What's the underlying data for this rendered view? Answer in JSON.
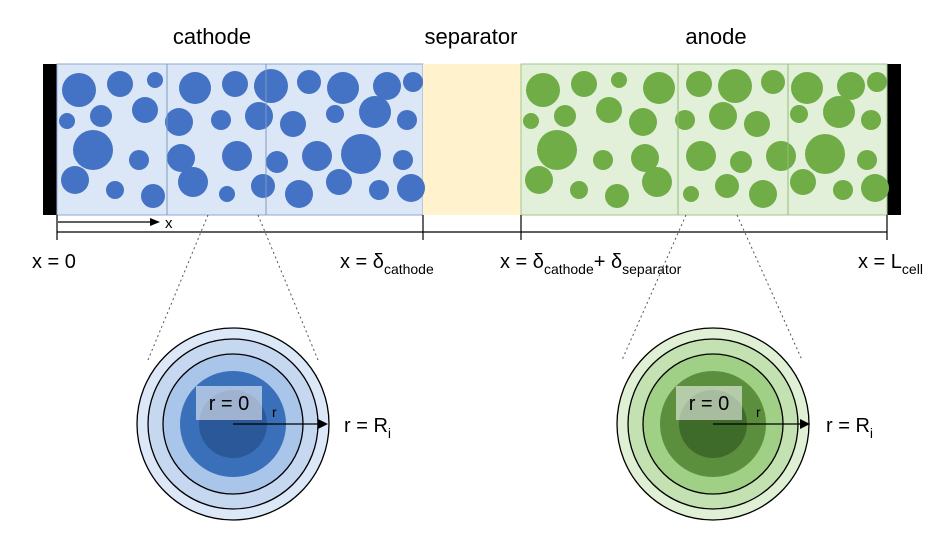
{
  "regions": {
    "cathode": "cathode",
    "separator": "separator",
    "anode": "anode"
  },
  "axis_label": "x",
  "positions": {
    "x0": "x = 0",
    "x_cathode": {
      "prefix": "x = δ",
      "sub": "cathode"
    },
    "x_sep": {
      "prefix": "x = δ",
      "sub1": "cathode",
      "plus": "+ δ",
      "sub2": "separator"
    },
    "x_cell": {
      "prefix": "x = L",
      "sub": "cell"
    }
  },
  "particle": {
    "r_label": "r",
    "r0_label": "r = 0",
    "R_label": {
      "prefix": "r = R",
      "sub": "i"
    }
  },
  "colors": {
    "cathode_fill": "#dbe7f7",
    "cathode_particle": "#4472c4",
    "separator_fill": "#fff2cc",
    "anode_fill": "#e2f0d9",
    "anode_particle": "#70ad47",
    "collector": "#000000"
  }
}
